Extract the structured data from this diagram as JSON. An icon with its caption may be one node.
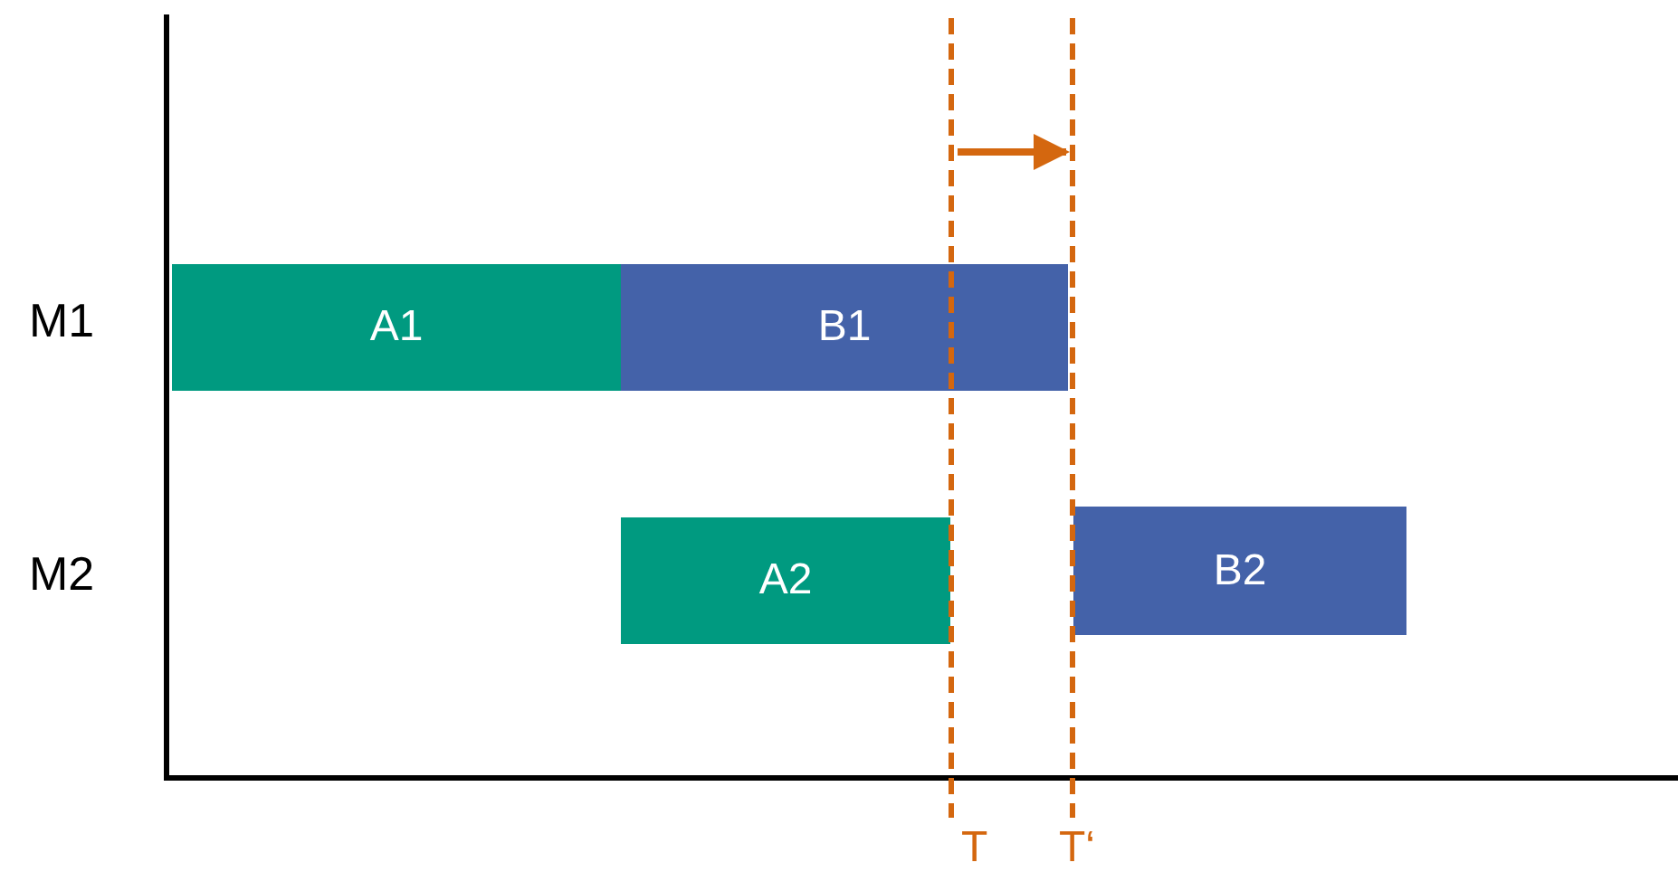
{
  "diagram": {
    "nodes": [
      {
        "text": [
          "A1"
        ]
      },
      {
        "text": [
          "B1"
        ]
      },
      {
        "text": [
          "A2"
        ]
      },
      {
        "text": [
          "B2"
        ]
      },
      {
        "text": [],
        "shape": "line",
        "beside": [
          "T"
        ]
      },
      {
        "text": [],
        "shape": "line",
        "beside": [
          "T‘"
        ]
      }
    ],
    "edges": [
      {
        "from": 4,
        "to": 5,
        "arrow": "to"
      }
    ],
    "labels": [
      "M1",
      "M2"
    ]
  }
}
